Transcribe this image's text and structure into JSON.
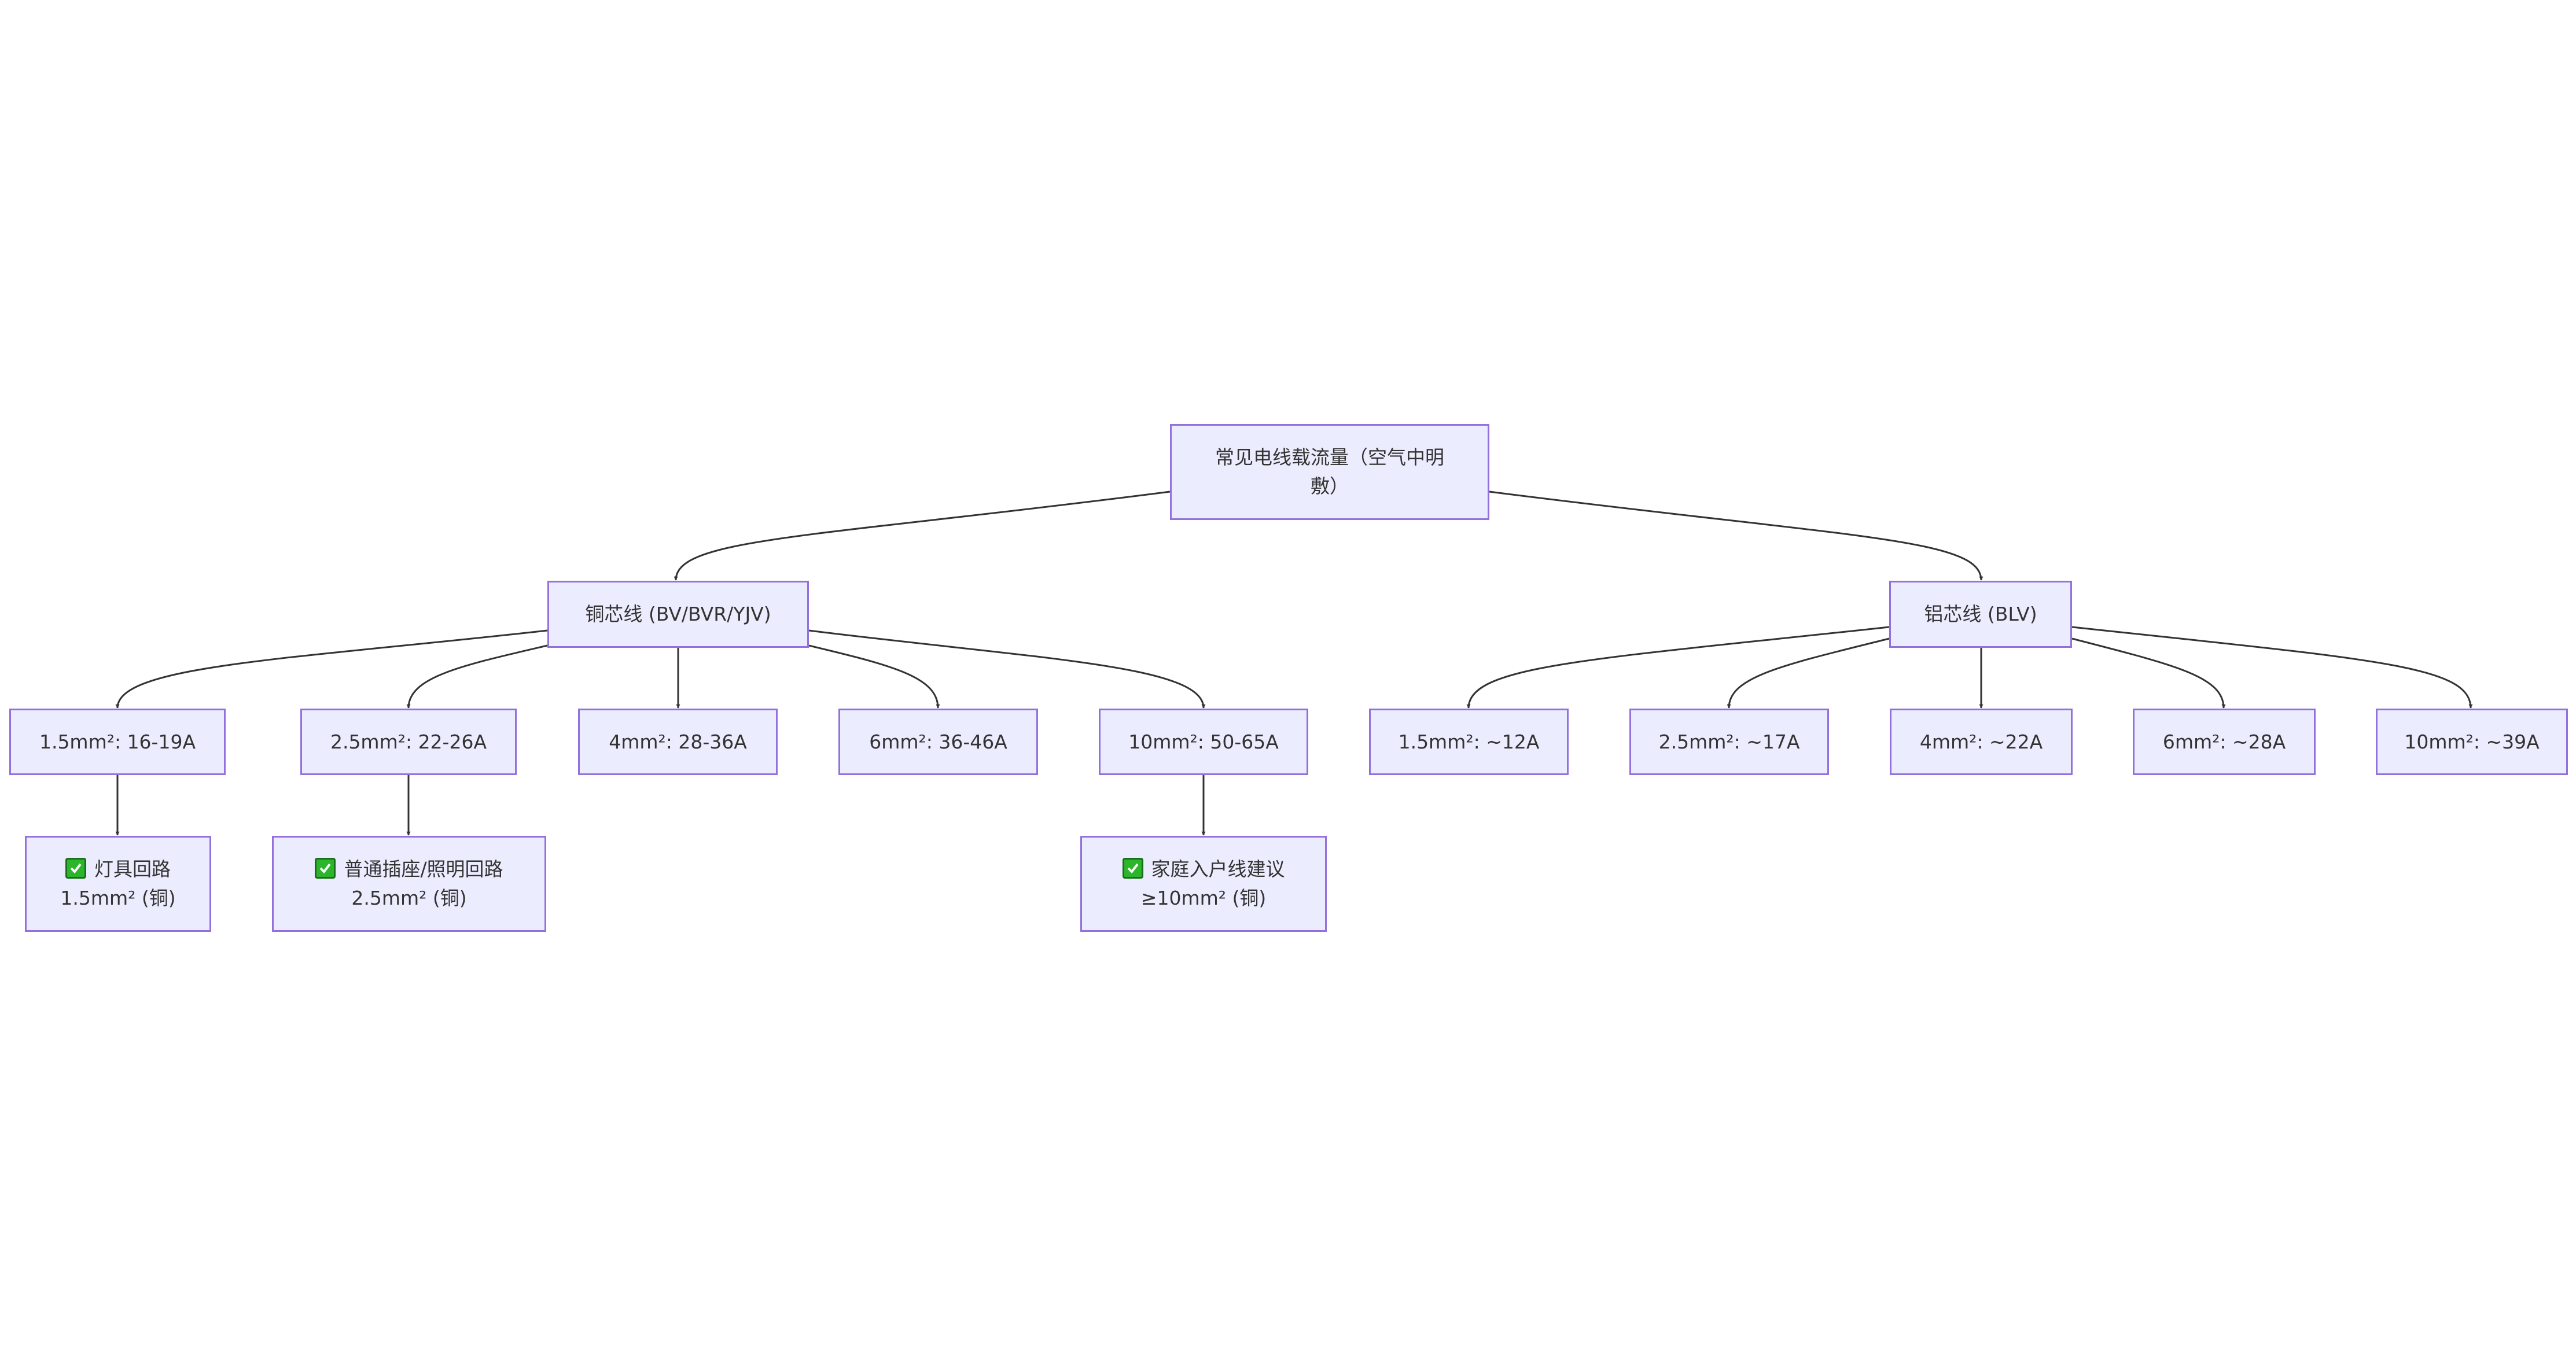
{
  "diagram": {
    "colors": {
      "node_fill": "#ececff",
      "node_border": "#9370db",
      "edge": "#333333",
      "text": "#333333",
      "check": "#2bb52b"
    },
    "root": {
      "label": "常见电线载流量（空气中明敷）",
      "line1": "常见电线载流量（空气中明",
      "line2": "敷）"
    },
    "copper": {
      "label": "铜芯线 (BV/BVR/YJV)",
      "items": [
        "1.5mm²: 16-19A",
        "2.5mm²: 22-26A",
        "4mm²: 28-36A",
        "6mm²: 36-46A",
        "10mm²: 50-65A"
      ],
      "recommendations": [
        {
          "line1": "灯具回路",
          "line2": "1.5mm² (铜)",
          "icon": "check-icon"
        },
        {
          "line1": "普通插座/照明回路",
          "line2": "2.5mm² (铜)",
          "icon": "check-icon"
        },
        {
          "line1": "家庭入户线建议",
          "line2": "≥10mm² (铜)",
          "icon": "check-icon"
        }
      ]
    },
    "aluminum": {
      "label": "铝芯线 (BLV)",
      "items": [
        "1.5mm²: ~12A",
        "2.5mm²: ~17A",
        "4mm²: ~22A",
        "6mm²: ~28A",
        "10mm²: ~39A"
      ]
    }
  }
}
